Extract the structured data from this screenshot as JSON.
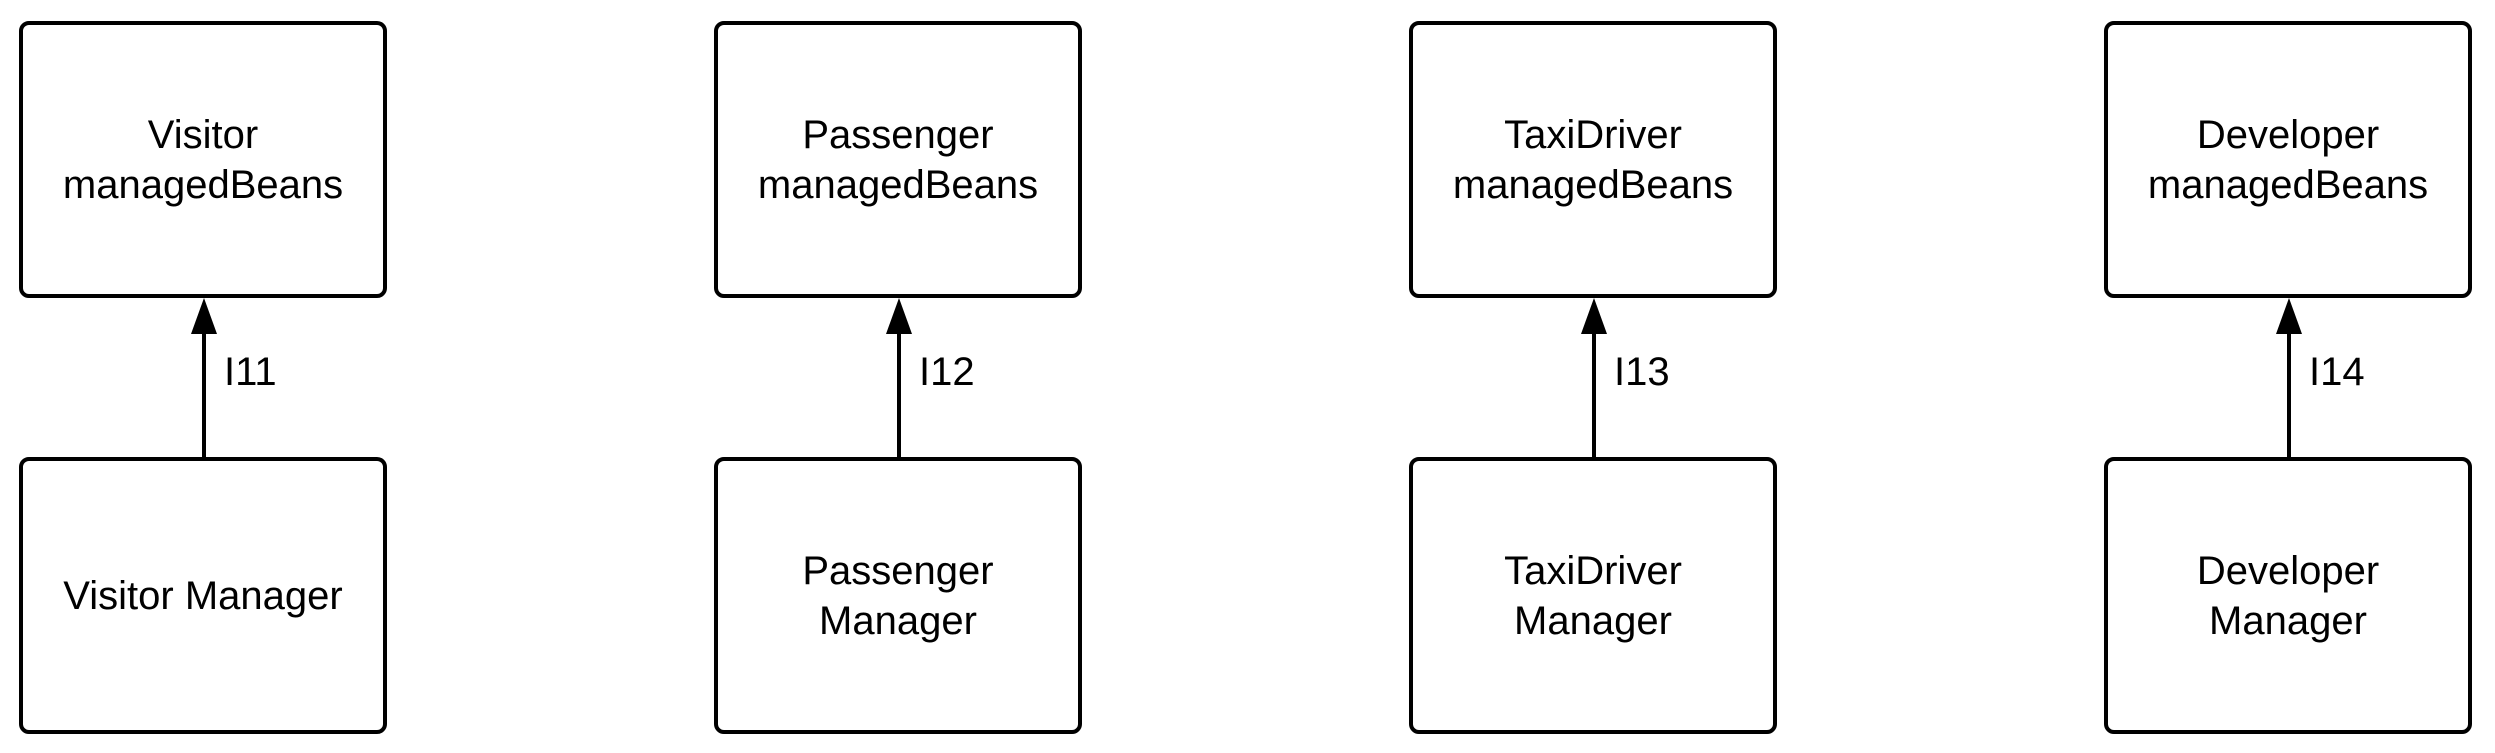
{
  "diagram": {
    "columns": [
      {
        "top_box": "Visitor\nmanagedBeans",
        "bottom_box": "Visitor Manager",
        "connector_label": "I11"
      },
      {
        "top_box": "Passenger\nmanagedBeans",
        "bottom_box": "Passenger\nManager",
        "connector_label": "I12"
      },
      {
        "top_box": "TaxiDriver\nmanagedBeans",
        "bottom_box": "TaxiDriver\nManager",
        "connector_label": "I13"
      },
      {
        "top_box": "Developer\nmanagedBeans",
        "bottom_box": "Developer\nManager",
        "connector_label": "I14"
      }
    ],
    "colors": {
      "stroke": "#000000",
      "background": "#ffffff"
    }
  }
}
